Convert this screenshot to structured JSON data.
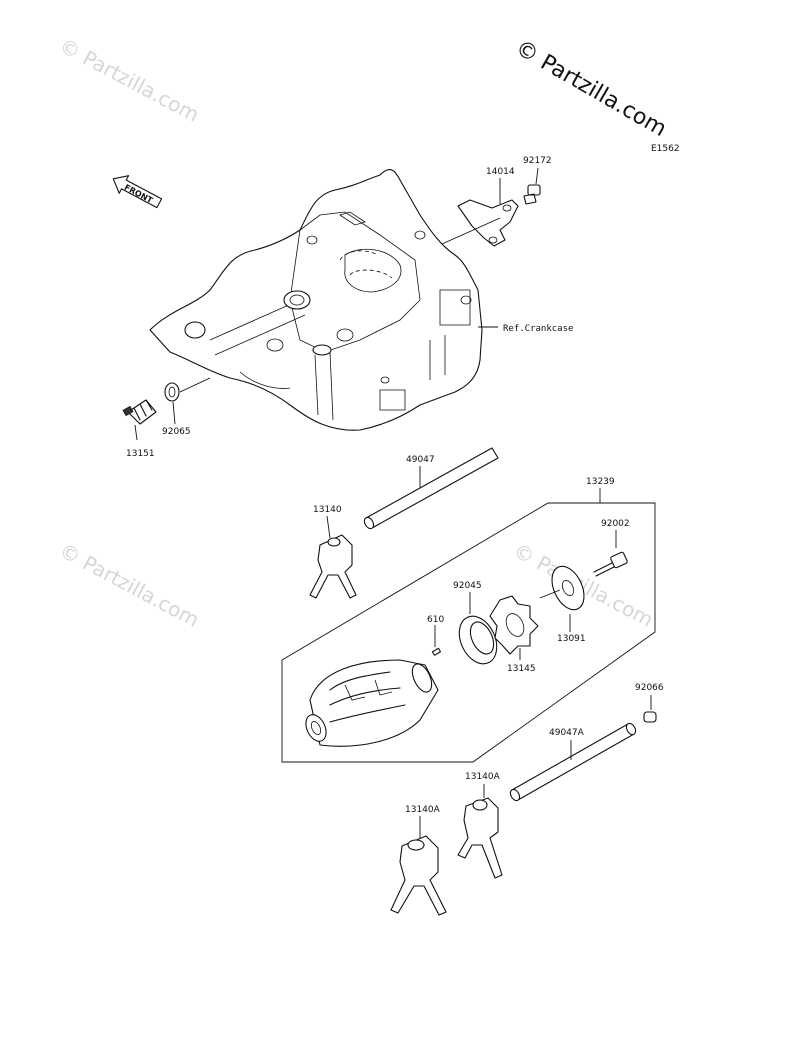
{
  "brand": {
    "copyright": "© Partzilla.com",
    "diagram_code": "E1562"
  },
  "watermarks": [
    "© Partzilla.com",
    "© Partzilla.com",
    "© Partzilla.com"
  ],
  "front_label": "FRONT",
  "reference": "Ref.Crankcase",
  "parts": {
    "p92172": "92172",
    "p14014": "14014",
    "p13151": "13151",
    "p92065": "92065",
    "p49047": "49047",
    "p13239": "13239",
    "p13140": "13140",
    "p92002": "92002",
    "p92045": "92045",
    "p610": "610",
    "p13091": "13091",
    "p13145": "13145",
    "p92066": "92066",
    "p49047A": "49047A",
    "p13140A_upper": "13140A",
    "p13140A_lower": "13140A"
  }
}
